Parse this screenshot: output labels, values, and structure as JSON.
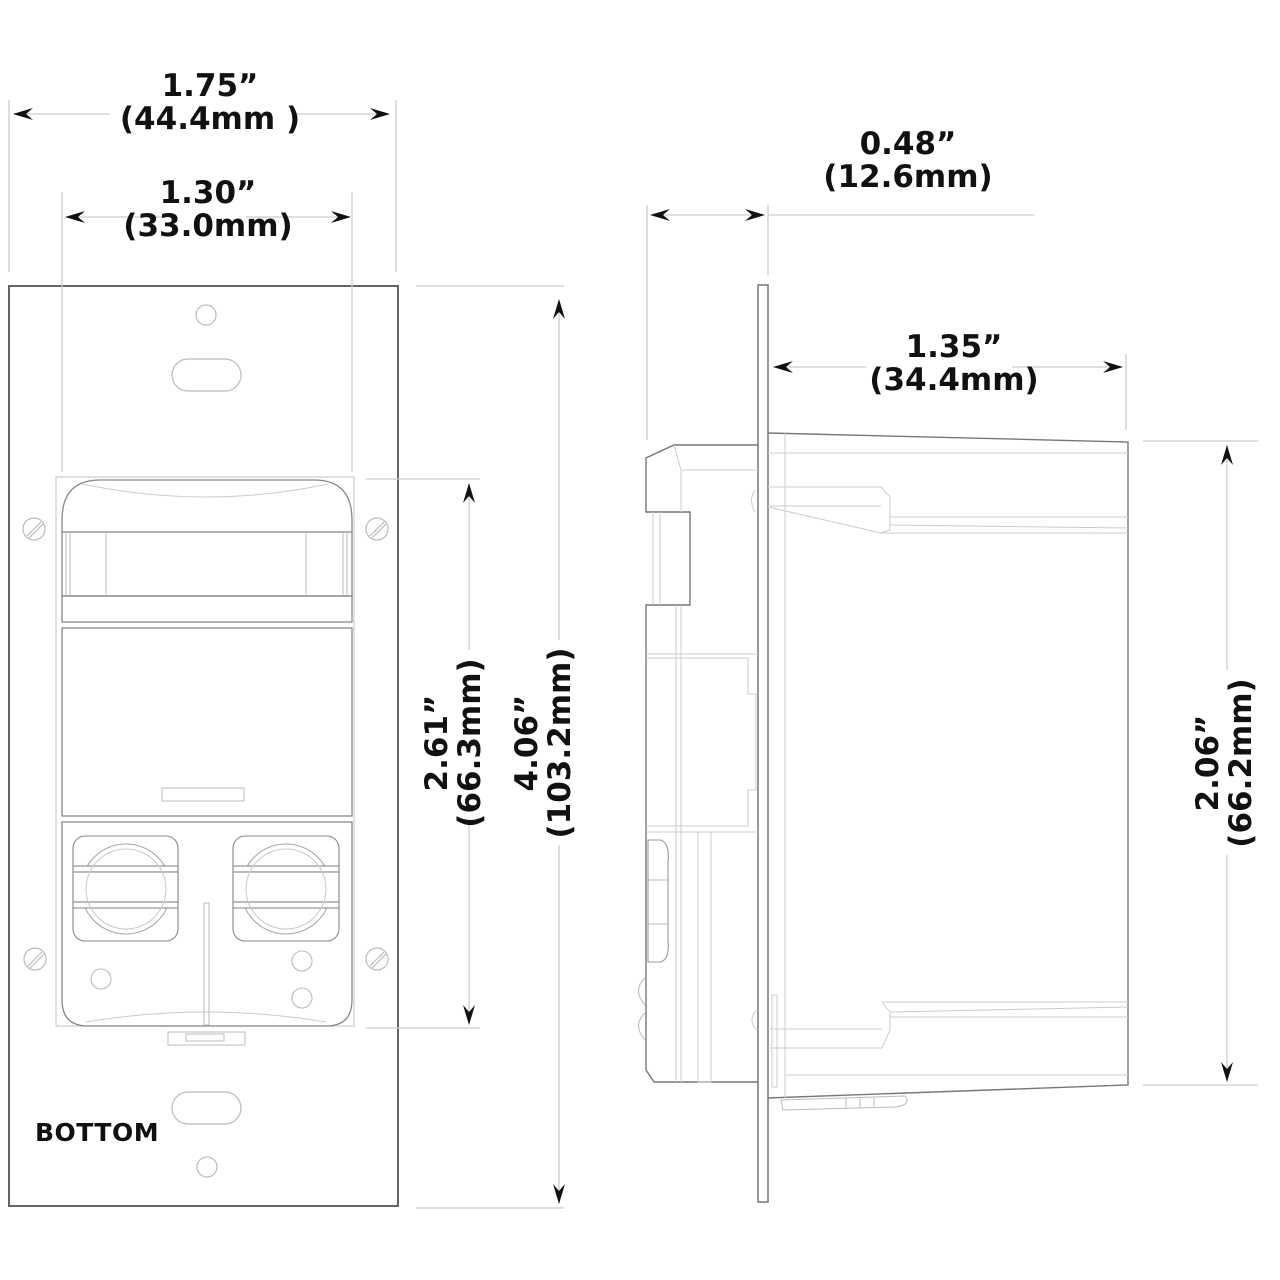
{
  "diagram": {
    "type": "dimensioned technical drawing",
    "views": [
      "front",
      "side"
    ],
    "colors": {
      "outline": "#555555",
      "light_line": "#bbbbbb",
      "extension_line": "#cccccc",
      "text": "#111111",
      "arrow": "#111111"
    }
  },
  "front_view": {
    "overall_width": {
      "inches": "1.75”",
      "mm": "(44.4mm )"
    },
    "body_width": {
      "inches": "1.30”",
      "mm": "(33.0mm)"
    },
    "body_height": {
      "inches": "2.61”",
      "mm": "(66.3mm)"
    },
    "overall_height": {
      "inches": "4.06”",
      "mm": "(103.2mm)"
    },
    "orientation_label": "BOTTOM"
  },
  "side_view": {
    "plate_depth": {
      "inches": "0.48”",
      "mm": "(12.6mm)"
    },
    "body_depth": {
      "inches": "1.35”",
      "mm": "(34.4mm)"
    },
    "body_height": {
      "inches": "2.06”",
      "mm": "(66.2mm)"
    }
  }
}
